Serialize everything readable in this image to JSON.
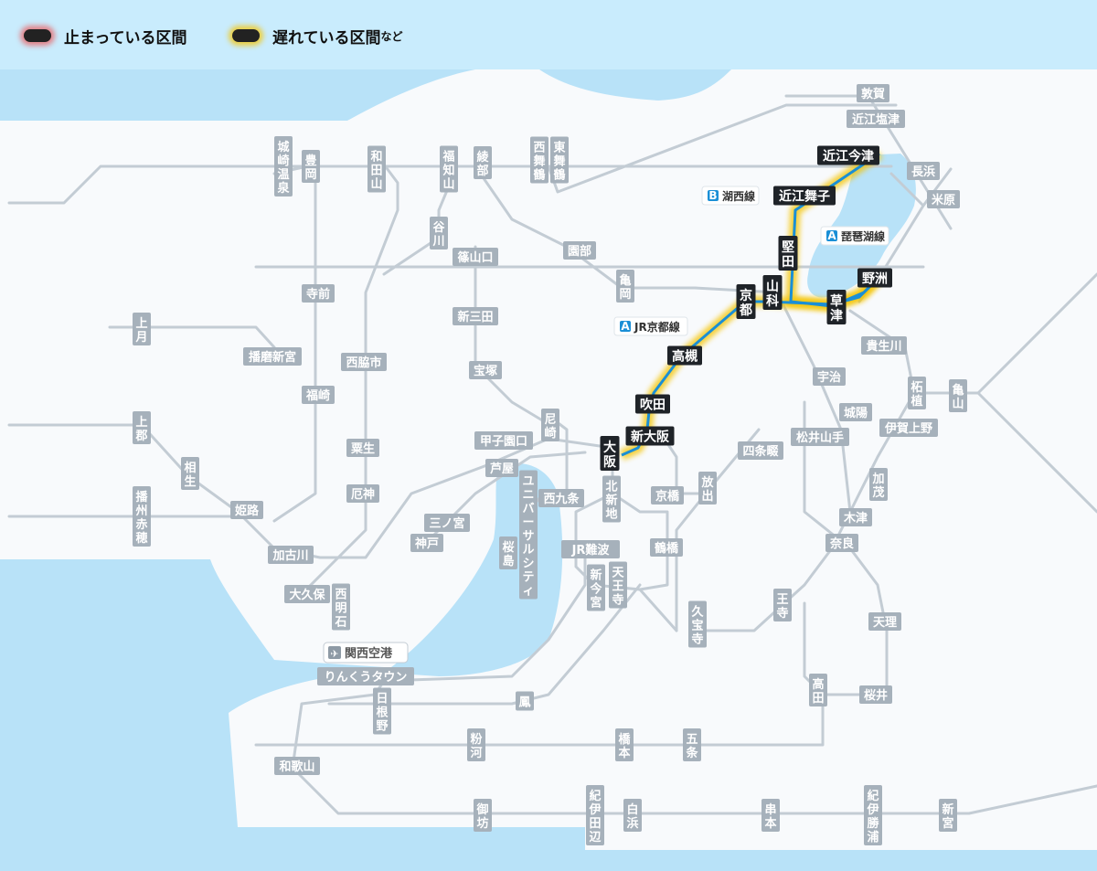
{
  "legend": {
    "stopped": "止まっている区間",
    "delayed": "遅れている区間",
    "delayed_suffix": "など",
    "colors": {
      "stopped_glow": "#f04a4a",
      "delayed_glow": "#f5c400",
      "pill": "#222222"
    }
  },
  "colors": {
    "water": "#b8e2f8",
    "land": "#f8fafc",
    "rail": "#c3ccd4",
    "station_bg": "#a6b1bb",
    "station_dark": "#1f2328",
    "active_line": "#1a8fd6",
    "delay_glow": "#f5c400"
  },
  "line_badges": {
    "biwako": {
      "letter": "A",
      "label": "琵琶湖線"
    },
    "kosei": {
      "letter": "B",
      "label": "湖西線"
    },
    "kyoto": {
      "letter": "A",
      "label": "JR京都線"
    }
  },
  "airport": {
    "label": "関西空港"
  },
  "stations": {
    "tsuruga": "敦賀",
    "omishiotsu": "近江塩津",
    "omiimazu": "近江今津",
    "nagahama": "長浜",
    "maibara": "米原",
    "omimaiko": "近江舞子",
    "katata": "堅田",
    "yasu": "野洲",
    "kusatsu": "草津",
    "yamashina": "山科",
    "kyoto": "京都",
    "kibukawa": "貴生川",
    "tsuge": "柘植",
    "kameyama": "亀山",
    "iga_ueno": "伊賀上野",
    "kamo": "加茂",
    "uji": "宇治",
    "joyo": "城陽",
    "matsuiyamate": "松井山手",
    "shijonawate": "四条畷",
    "kizu": "木津",
    "nara": "奈良",
    "oji": "王寺",
    "tenri": "天理",
    "sakurai": "桜井",
    "takada": "高田",
    "kubo": "久宝寺",
    "hanaten": "放出",
    "kyobashi": "京橋",
    "tsuruhashi": "鶴橋",
    "tennoji": "天王寺",
    "shinimamiya": "新今宮",
    "jrnamba": "JR難波",
    "nishikujo": "西九条",
    "kitashinchi": "北新地",
    "osaka": "大阪",
    "shinosaka": "新大阪",
    "suita": "吹田",
    "takatsuki": "高槻",
    "amagasaki": "尼崎",
    "koshienguchi": "甲子園口",
    "ashiya": "芦屋",
    "sannomiya": "三ノ宮",
    "kobe": "神戸",
    "usj": "ユニバーサルシティ",
    "sakurajima": "桜島",
    "nishiakashi": "西明石",
    "okubo": "大久保",
    "kakogawa": "加古川",
    "himeji": "姫路",
    "aioi": "相生",
    "kamigori": "上郡",
    "banshuako": "播州赤穂",
    "kozuki": "上月",
    "harimashingu": "播磨新宮",
    "nishiwakishi": "西脇市",
    "fukusaki": "福崎",
    "terasaki": "寺前",
    "awaga": "粟生",
    "yakujin": "厄神",
    "wadayama": "和田山",
    "kinosakionsen": "城崎温泉",
    "toyooka": "豊岡",
    "fukuchiyama": "福知山",
    "tanikawa": "谷川",
    "ayabe": "綾部",
    "nishimaizuru": "西舞鶴",
    "higashimaizuru": "東舞鶴",
    "sonobe": "園部",
    "kameoka": "亀岡",
    "sasayamaguchi": "篠山口",
    "shinsanda": "新三田",
    "takarazuka": "宝塚",
    "rinku": "りんくうタウン",
    "hineno": "日根野",
    "otori": "鳳",
    "wakayama": "和歌山",
    "kokawa": "粉河",
    "hashimoto": "橋本",
    "gojo": "五条",
    "gobo": "御坊",
    "kiitanabe": "紀伊田辺",
    "shirahama": "白浜",
    "kushimoto": "串本",
    "kiikatsuura": "紀伊勝浦",
    "shingu": "新宮"
  }
}
